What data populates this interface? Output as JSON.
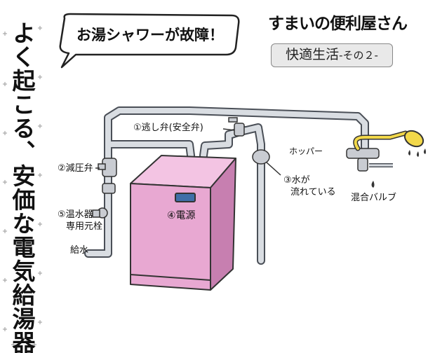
{
  "side_title": "よく起こる、安価な電気給湯器の故障",
  "bubble": {
    "text": "お湯シャワーが故障！"
  },
  "brand": "すまいの便利屋さん",
  "subtitle": {
    "main": "快適生活",
    "suffix": "-その２-"
  },
  "labels": {
    "relief_valve": "①逃し弁(安全弁)",
    "pressure_reducer": "②減圧弁",
    "water_flowing_1": "③水が",
    "water_flowing_2": "流れている",
    "power": "④電源",
    "heater_valve_1": "⑤温水器",
    "heater_valve_2": "専用元栓",
    "water_supply": "給水",
    "hopper": "ホッパー",
    "mixing_valve": "混合バルブ"
  },
  "colors": {
    "heater_body": "#e8a8d2",
    "heater_top": "#f3c4e3",
    "heater_side": "#c77fb0",
    "pipe_fill": "#d9dde2",
    "pipe_stroke": "#4a4f57",
    "shower_head": "#f2d84a",
    "power_panel": "#3f6fa8",
    "outline": "#333333"
  }
}
